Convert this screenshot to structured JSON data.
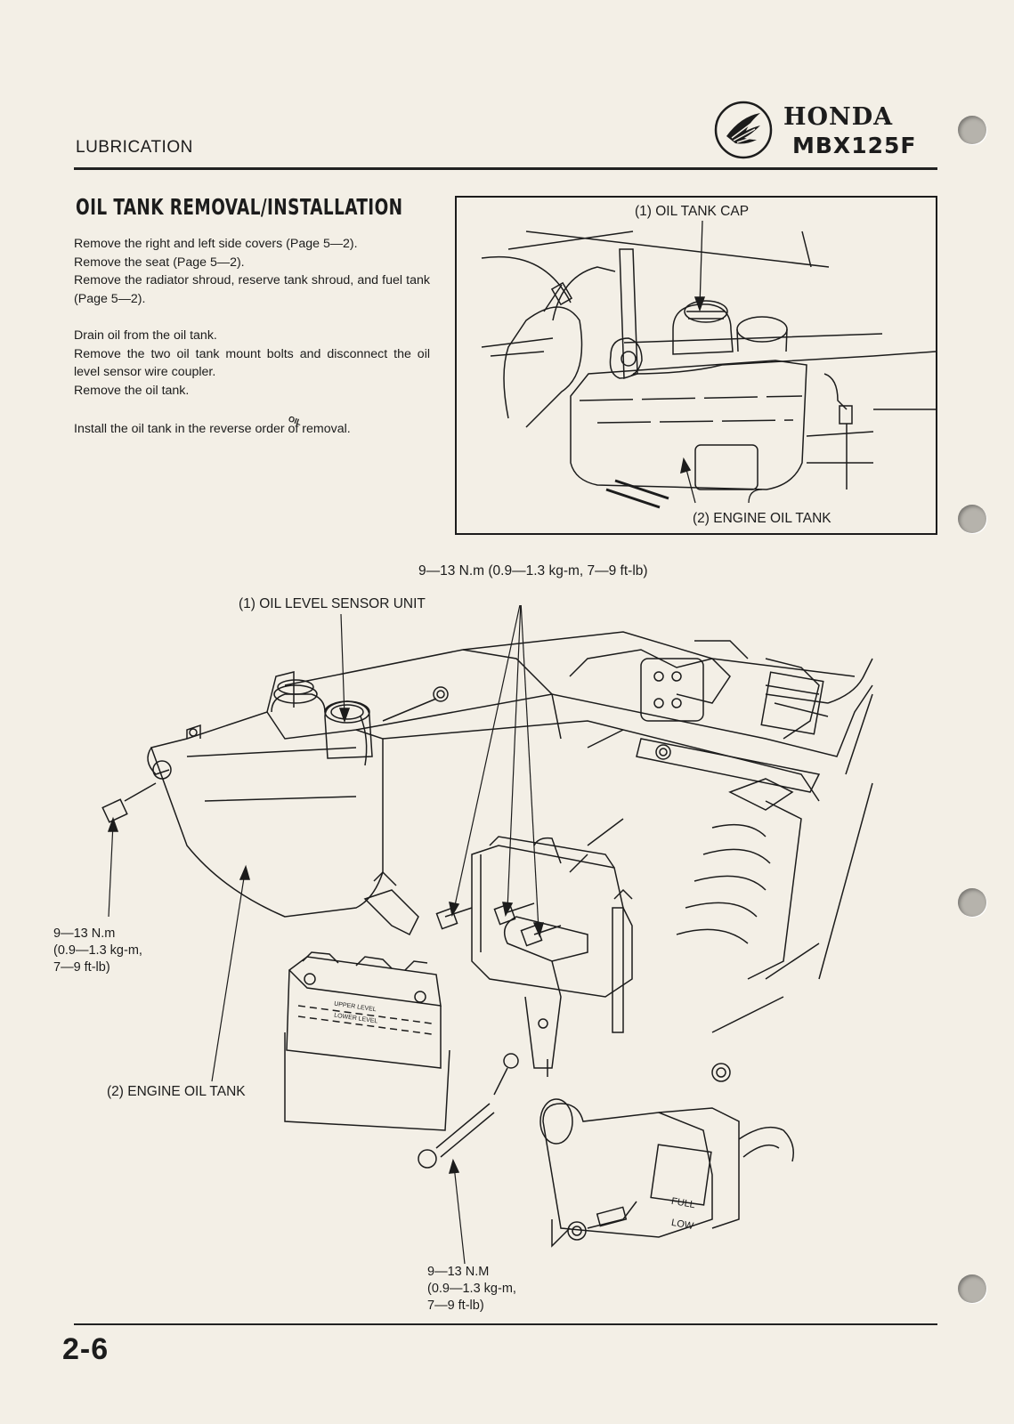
{
  "header": {
    "section": "LUBRICATION",
    "brand": "HONDA",
    "model": "MBX125F"
  },
  "title": "OIL TANK REMOVAL/INSTALLATION",
  "body": {
    "p1": [
      "Remove the right and left side covers (Page 5—2).",
      "Remove the seat (Page 5—2).",
      "Remove the radiator shroud, reserve tank shroud, and fuel tank (Page 5—2)."
    ],
    "p2": [
      "Drain oil from the oil tank.",
      "Remove the two oil tank mount bolts and disconnect the oil level sensor wire coupler.",
      "Remove the oil tank."
    ],
    "p3": "Install the oil tank in the reverse order of removal."
  },
  "figure1": {
    "label_cap": "(1)  OIL TANK CAP",
    "label_tank": "(2)  ENGINE OIL TANK"
  },
  "figure2": {
    "torque_top": "9—13 N.m (0.9—1.3 kg-m, 7—9 ft-lb)",
    "label_sensor": "(1)  OIL LEVEL SENSOR UNIT",
    "label_tank": "(2)  ENGINE OIL TANK",
    "torque_left": [
      "9—13 N.m",
      "(0.9—1.3 kg-m,",
      "7—9 ft-lb)"
    ],
    "torque_bottom": [
      "9—13 N.M",
      "(0.9—1.3 kg-m,",
      "7—9 ft-lb)"
    ],
    "battery_upper": "UPPER LEVEL",
    "battery_lower": "LOWER LEVEL",
    "reserve_full": "FULL",
    "reserve_low": "LOW",
    "cap_text": "OIL"
  },
  "page_number": "2-6"
}
